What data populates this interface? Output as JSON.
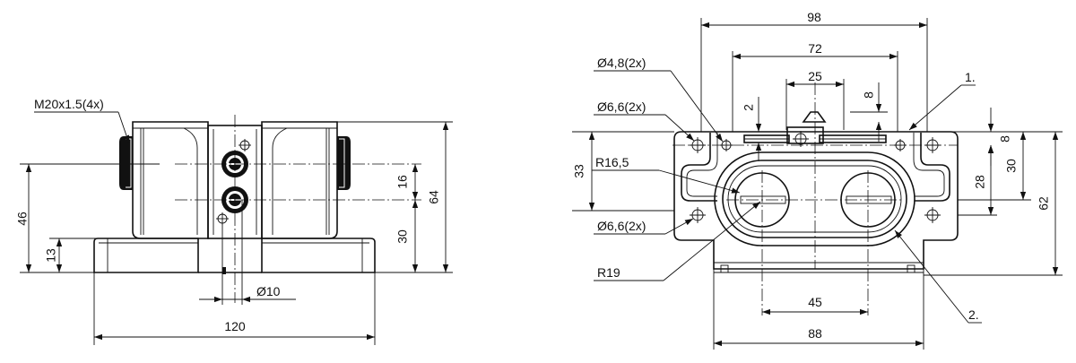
{
  "side_view": {
    "thread_callout": "M20x1.5(4x)",
    "dim_width": "120",
    "dim_height_total": "64",
    "dim_height_axis": "46",
    "dim_base": "13",
    "dim_upper_hole": "16",
    "dim_lower_hole": "30",
    "dim_bore": "Ø10"
  },
  "front_view": {
    "dim_outer_width": "98",
    "dim_hole_pitch": "72",
    "dim_slot_width": "25",
    "dim_top_small": "2",
    "dim_top_right": "8",
    "dim_mount_dia": "Ø4,8(2x)",
    "dim_hole_dia_top": "Ø6,6(2x)",
    "dim_hole_dia_bottom": "Ø6,6(2x)",
    "dim_radius_inner": "R16,5",
    "dim_radius_outer": "R19",
    "dim_height_left": "33",
    "dim_right_8": "8",
    "dim_right_28": "28",
    "dim_right_30": "30",
    "dim_total_height": "62",
    "dim_center_spacing": "45",
    "dim_base_width": "88",
    "callout_1": "1.",
    "callout_2": "2."
  }
}
